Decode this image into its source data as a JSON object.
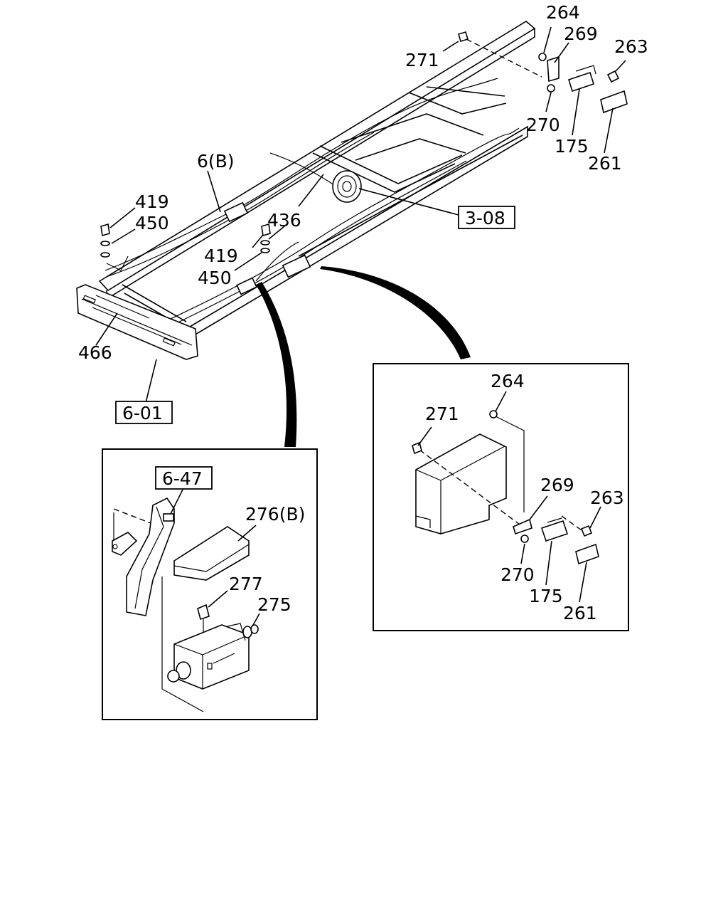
{
  "callouts": {
    "main_271": "271",
    "main_264": "264",
    "main_269": "269",
    "main_263": "263",
    "main_270": "270",
    "main_175": "175",
    "main_261": "261",
    "main_6b": "6(B)",
    "main_419a": "419",
    "main_450a": "450",
    "main_436": "436",
    "main_419b": "419",
    "main_450b": "450",
    "main_466": "466",
    "detail_right_264": "264",
    "detail_right_271": "271",
    "detail_right_269": "269",
    "detail_right_263": "263",
    "detail_right_270": "270",
    "detail_right_175": "175",
    "detail_right_261": "261",
    "detail_left_276b": "276(B)",
    "detail_left_277": "277",
    "detail_left_275": "275"
  },
  "references": {
    "ref_3_08": "3-08",
    "ref_6_01": "6-01",
    "ref_6_47": "6-47"
  }
}
